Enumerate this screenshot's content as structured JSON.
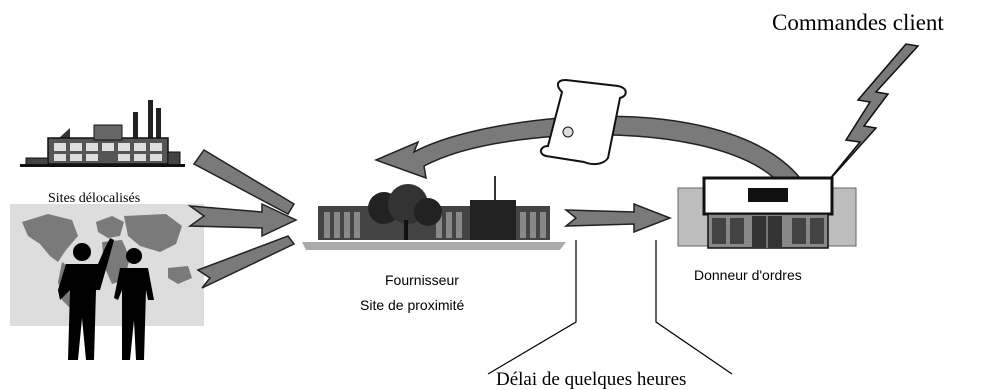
{
  "labels": {
    "customer_orders": "Commandes client",
    "offshore_sites": "Sites délocalisés",
    "supplier": "Fournisseur",
    "proximity_site": "Site de proximité",
    "ordering_party": "Donneur d'ordres",
    "lead_time": "Délai de quelques heures"
  },
  "icons": {
    "factory": "factory-icon",
    "world": "world-map-icon",
    "people": "business-people-icon",
    "supplier_building": "office-building-icon",
    "contract": "contract-scroll-icon",
    "lightning": "lightning-bolt-icon",
    "store": "store-building-icon"
  }
}
